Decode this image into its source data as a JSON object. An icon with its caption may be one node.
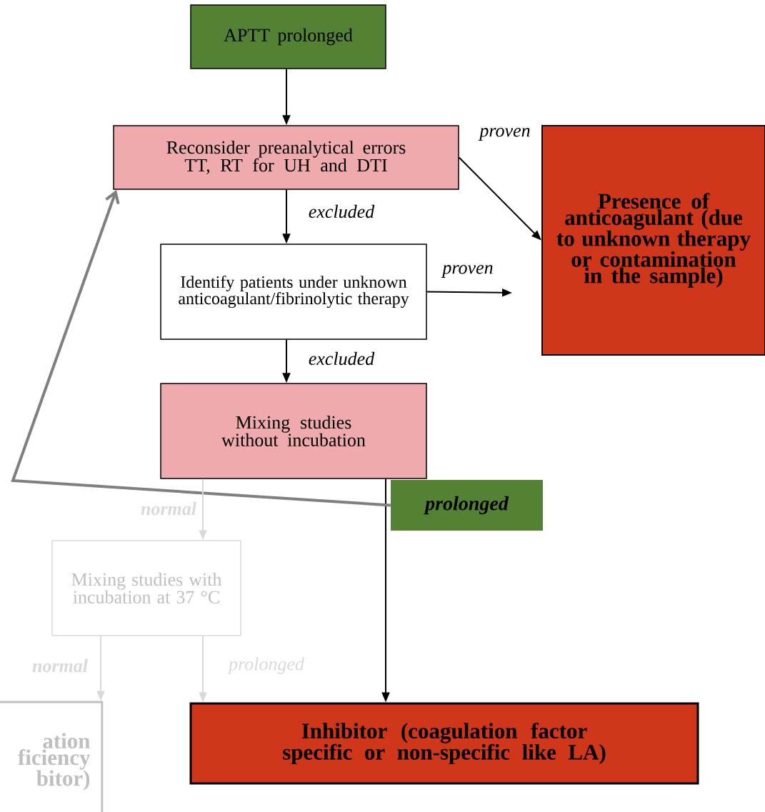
{
  "diagram": {
    "nodes": [
      {
        "text": [
          "APTT prolonged"
        ]
      },
      {
        "text": [
          "Reconsider preanalytical errors TT, RT for UH and DTI"
        ]
      },
      {
        "text": [
          "Presence of anticoagulant (due to unknown therapy or contamination in the sample)"
        ]
      },
      {
        "text": [
          "Identify patients under unknown anticoagulant/fibrinolytic therapy"
        ]
      },
      {
        "text": [
          "Mixing studies without incubation"
        ]
      },
      {
        "text": [
          "prolonged"
        ]
      },
      {
        "text": [
          "Mixing studies with incubation at 37 °C"
        ]
      },
      {
        "text": [
          "ation ficiency bitor)"
        ]
      },
      {
        "text": [
          "Inhibitor (coagulation factor specific or non-specific like LA)"
        ]
      }
    ],
    "edges": [
      {
        "from": 0,
        "to": 1,
        "arrow": "to"
      },
      {
        "from": 1,
        "to": 2,
        "arrow": "to",
        "label": "proven"
      },
      {
        "from": 1,
        "to": 3,
        "arrow": "to",
        "label": "excluded"
      },
      {
        "from": 3,
        "to": null,
        "arrow": "to",
        "label": "proven"
      },
      {
        "from": 3,
        "to": 4,
        "arrow": "to",
        "label": "excluded"
      },
      {
        "from": 4,
        "to": 8,
        "arrow": "to"
      },
      {
        "from": 5,
        "to": 1,
        "arrow": "to",
        "style": "thick",
        "color": "#7f7f7f"
      },
      {
        "from": 4,
        "to": 6,
        "arrow": "to",
        "label": "normal",
        "color": "#d9d9d9"
      },
      {
        "from": 6,
        "to": 7,
        "arrow": "to",
        "label": "normal",
        "color": "#d9d9d9"
      },
      {
        "from": 6,
        "to": 8,
        "arrow": "to",
        "label": "prolonged",
        "color": "#d9d9d9"
      }
    ]
  }
}
